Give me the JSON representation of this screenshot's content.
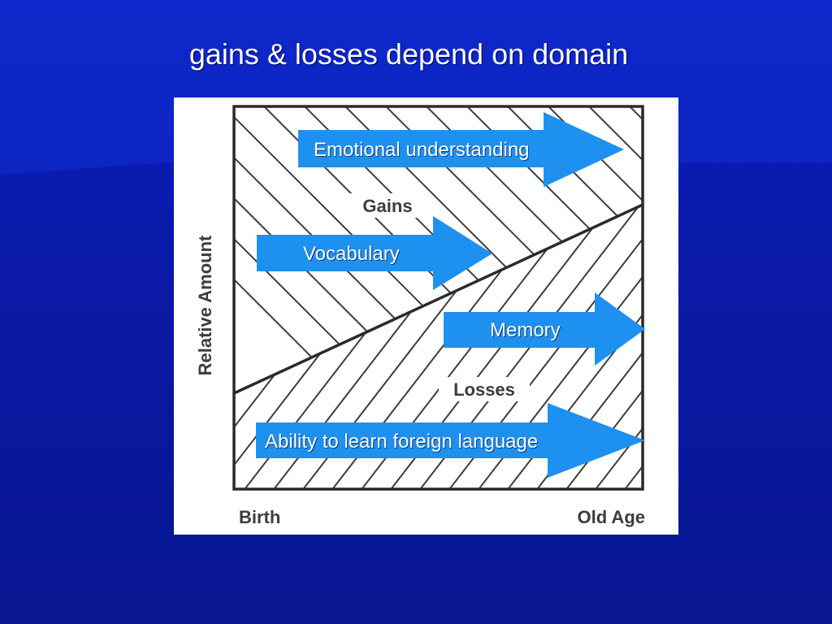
{
  "slide": {
    "title": "gains & losses depend on domain"
  },
  "figure": {
    "y_axis_label": "Relative Amount",
    "x_start_label": "Birth",
    "x_end_label": "Old Age",
    "upper_region_label": "Gains",
    "lower_region_label": "Losses"
  },
  "arrows": [
    {
      "label": "Emotional understanding"
    },
    {
      "label": "Vocabulary"
    },
    {
      "label": "Memory"
    },
    {
      "label": "Ability to learn foreign language"
    }
  ],
  "colors": {
    "slide_background": "#0a1aa8",
    "arrow_fill": "#1e90f0",
    "figure_background": "#ffffff",
    "hatch_lines": "#3c3c3c"
  }
}
